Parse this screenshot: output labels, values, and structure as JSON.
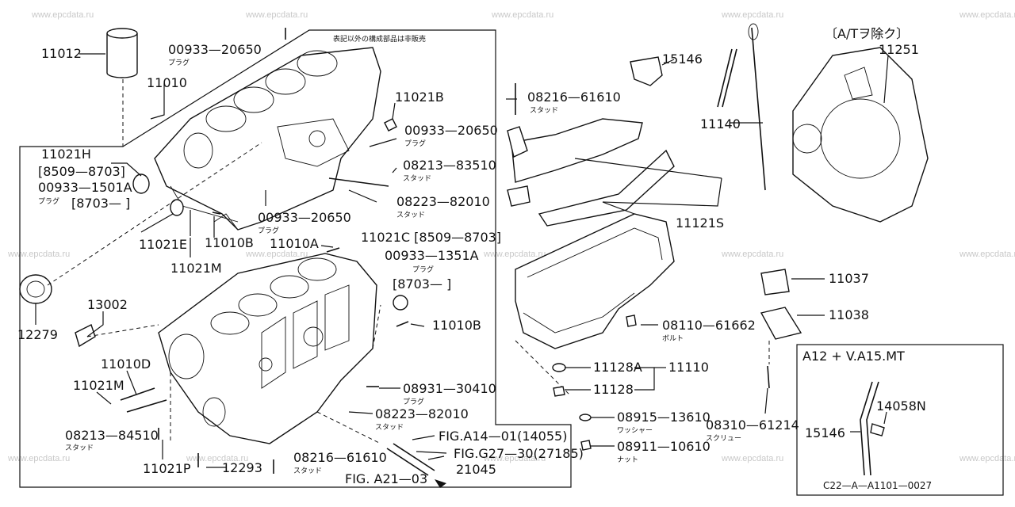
{
  "watermark": "www.epcdata.ru",
  "header_note": "表記以外の構成部品は非販売",
  "at_note": "〔A/Tヲ除ク〕",
  "inset_title": "A12 + V.A15.MT",
  "drawing_code": "C22—A—A1101—0027",
  "labels": {
    "p11012": "11012",
    "p00933_20650_a": "00933—20650",
    "plug_a": "プラグ",
    "p11010": "11010",
    "p11021B": "11021B",
    "p00933_20650_b": "00933—20650",
    "plug_b": "プラグ",
    "p11021H": "11021H",
    "r8509_8703_a": "[8509—8703]",
    "p00933_1501A": "00933—1501A",
    "plug_c": "プラグ",
    "r8703_a": "[8703—   ]",
    "p08213_83510": "08213—83510",
    "stud_a": "スタッド",
    "p08223_82010_a": "08223—82010",
    "stud_b": "スタッド",
    "p00933_20650_c": "00933—20650",
    "plug_d": "プラグ",
    "p11021E": "11021E",
    "p11010B_a": "11010B",
    "p11010A": "11010A",
    "p11021C": "11021C [8509—8703]",
    "p00933_1351A": "00933—1351A",
    "plug_e": "プラグ",
    "r8703_b": "[8703—       ]",
    "p11021M_a": "11021M",
    "p13002": "13002",
    "p12279": "12279",
    "p11010B_b": "11010B",
    "p11010D": "11010D",
    "p11021M_b": "11021M",
    "p08931_30410": "08931—30410",
    "plug_f": "プラグ",
    "p08223_82010_b": "08223—82010",
    "stud_c": "スタッド",
    "p08213_84510": "08213—84510",
    "stud_d": "スタッド",
    "p11021P": "11021P",
    "p12293": "12293",
    "p08216_61610_a": "08216—61610",
    "stud_e": "スタッド",
    "fig_a14": "FIG.A14—01(14055)",
    "fig_g27": "FIG.G27—30(27185)",
    "p21045": "21045",
    "fig_a21": "FIG. A21—03",
    "p08216_61610_b": "08216—61610",
    "stud_f": "スタッド",
    "p15146_a": "15146",
    "p11140": "11140",
    "p11251": "11251",
    "p11121S": "11121S",
    "p11037": "11037",
    "p11038": "11038",
    "p08110_61662": "08110—61662",
    "bolt": "ボルト",
    "p11128A": "11128A",
    "p11110": "11110",
    "p11128": "11128",
    "p08915_13610": "08915—13610",
    "washer": "ワッシャー",
    "p08911_10610": "08911—10610",
    "nut": "ナット",
    "p08310_61214": "08310—61214",
    "screw": "スクリュー",
    "p14058N": "14058N",
    "p15146_b": "15146"
  }
}
